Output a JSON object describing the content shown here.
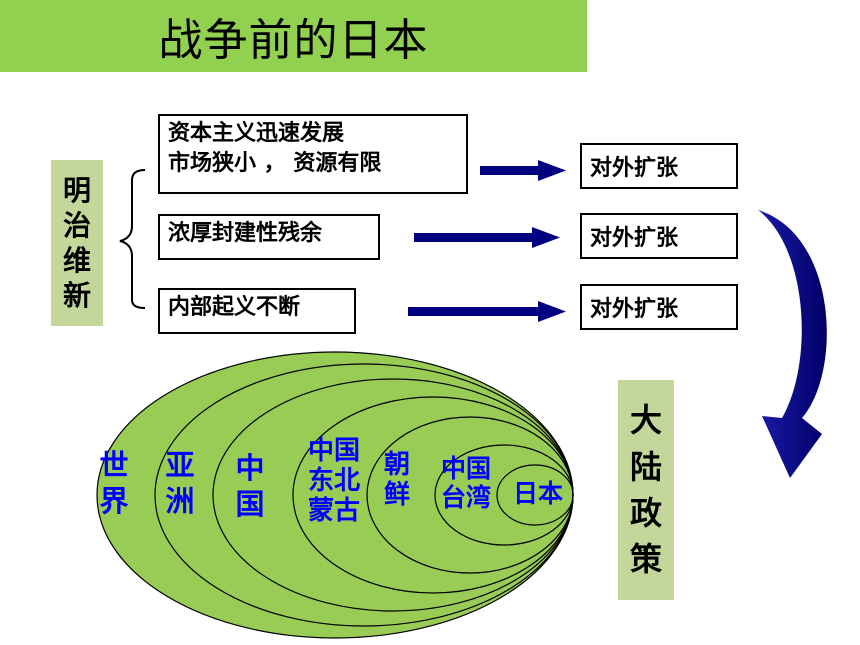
{
  "title": "战争前的日本",
  "meiji": [
    "明",
    "治",
    "维",
    "新"
  ],
  "causes": [
    {
      "lines": [
        "资本主义迅速发展",
        "市场狭小 ， 资源有限"
      ]
    },
    {
      "lines": [
        "浓厚封建性残余"
      ]
    },
    {
      "lines": [
        "内部起义不断"
      ]
    }
  ],
  "results": [
    "对外扩张",
    "对外扩张",
    "对外扩张"
  ],
  "policy": [
    "大",
    "陆",
    "政",
    "策"
  ],
  "rings": [
    {
      "lines": [
        "世",
        "界"
      ]
    },
    {
      "lines": [
        "亚",
        "洲"
      ]
    },
    {
      "lines": [
        "中",
        "国"
      ]
    },
    {
      "lines": [
        "中国",
        "东北",
        "蒙古"
      ]
    },
    {
      "lines": [
        "朝",
        "鲜"
      ]
    },
    {
      "lines": [
        "中国",
        "台湾"
      ]
    },
    {
      "lines": [
        "日本"
      ]
    }
  ],
  "colors": {
    "title_bg": "#92d050",
    "side_box_bg": "#c4d79b",
    "arrow": "#000080",
    "ellipse_fill": "#99cc55",
    "label": "#0000ff"
  }
}
